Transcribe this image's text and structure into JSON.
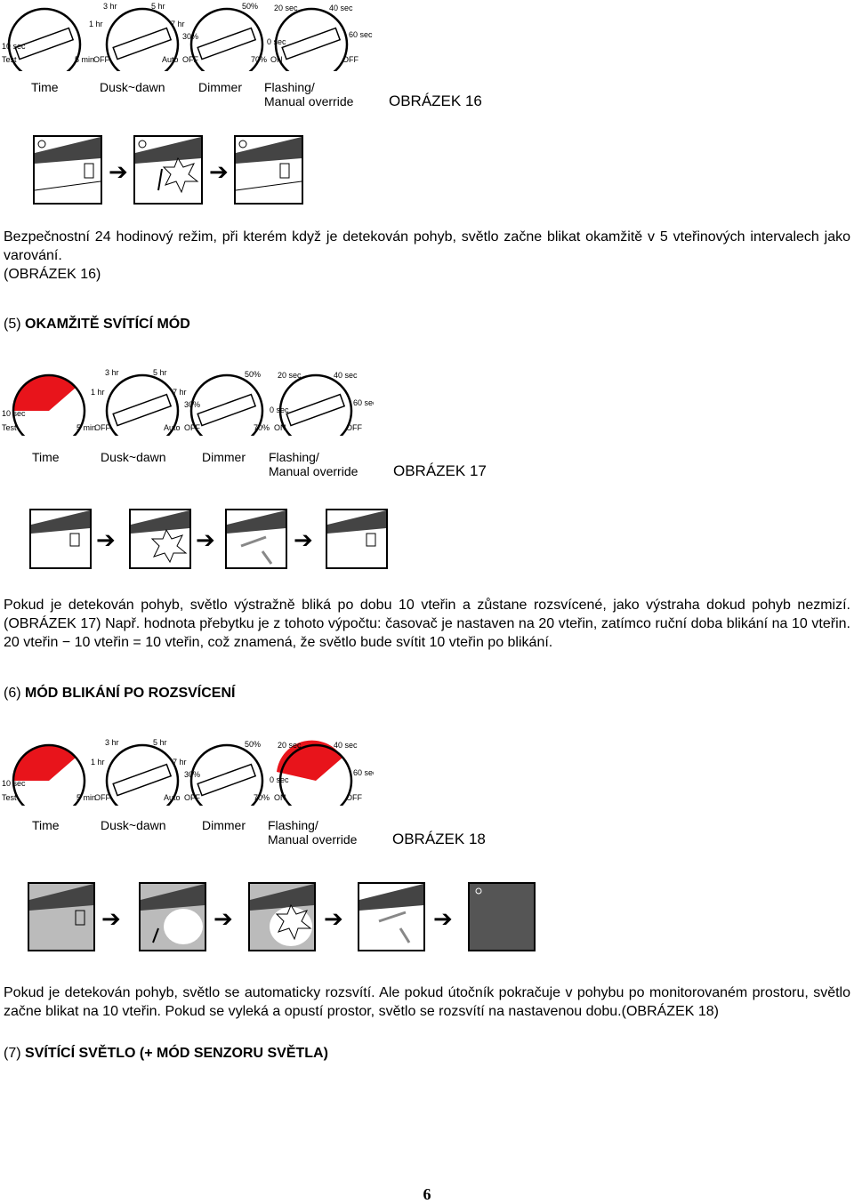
{
  "dial_labels": {
    "d1": [
      "10 sec",
      "Test",
      "1 hr",
      "3 hr",
      "5 min"
    ],
    "d2": [
      "5 hr",
      "7 hr",
      "OFF",
      "Auto"
    ],
    "d3": [
      "50%",
      "30%",
      "OFF",
      "70%"
    ],
    "d4": [
      "20 sec",
      "40 sec",
      "0 sec",
      "60 sec",
      "ON",
      "OFF"
    ]
  },
  "captions": {
    "time": "Time",
    "dusk": "Dusk~dawn",
    "dimmer": "Dimmer",
    "flash1": "Flashing/",
    "flash2": "Manual override"
  },
  "fig16": "OBRÁZEK 16",
  "fig17": "OBRÁZEK 17",
  "fig18": "OBRÁZEK 18",
  "para16": "Bezpečnostní 24 hodinový režim, při kterém když je detekován pohyb, světlo začne blikat okamžitě v 5 vteřinových intervalech jako varování.",
  "para16b": "(OBRÁZEK 16)",
  "head5_num": "(5)",
  "head5_text": "OKAMŽITĚ SVÍTÍCÍ MÓD",
  "para17": "Pokud je detekován pohyb, světlo výstražně bliká po dobu 10 vteřin a zůstane rozsvícené, jako výstraha dokud pohyb nezmizí. (OBRÁZEK 17) Např. hodnota přebytku je z tohoto výpočtu: časovač je nastaven na 20 vteřin, zatímco ruční doba blikání na 10 vteřin. 20 vteřin − 10 vteřin = 10 vteřin, což znamená, že světlo bude svítit 10 vteřin po blikání.",
  "head6_num": "(6)",
  "head6_text": "MÓD BLIKÁNÍ PO ROZSVÍCENÍ",
  "para18": "Pokud je detekován pohyb, světlo se automaticky rozsvítí. Ale pokud útočník pokračuje v pohybu po monitorovaném prostoru, světlo začne blikat na 10 vteřin. Pokud se vyleká a opustí prostor, světlo se rozsvítí na nastavenou dobu.(OBRÁZEK 18)",
  "head7_num": "(7)",
  "head7_text": "SVÍTÍCÍ SVĚTLO (+ MÓD SENZORU SVĚTLA)",
  "page_number": "6",
  "arrow_glyph": "➔",
  "accent_red": "#e8141b"
}
